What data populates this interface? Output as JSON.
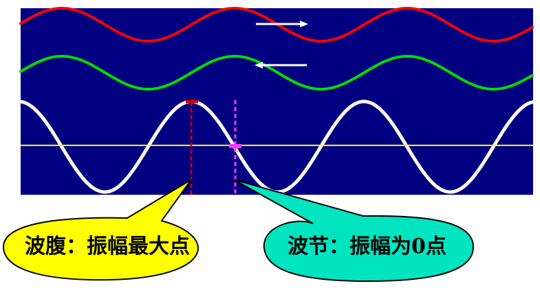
{
  "diagram": {
    "colors": {
      "panel_bg": "#000080",
      "rightward_wave": "#ff0000",
      "leftward_wave": "#00dd00",
      "standing_wave": "#ffffff",
      "axis_line": "#ffff00",
      "antinode_marker": "#cc0000",
      "node_marker": "#ff33ff",
      "arrow": "#ffffff",
      "callout_antinode_fill": "#ffff00",
      "callout_node_fill": "#00e5c0"
    },
    "waves": [
      {
        "name": "rightward-wave",
        "direction": "right",
        "color_key": "rightward_wave"
      },
      {
        "name": "leftward-wave",
        "direction": "left",
        "color_key": "leftward_wave"
      },
      {
        "name": "standing-wave",
        "direction": "none",
        "color_key": "standing_wave"
      }
    ],
    "callouts": {
      "antinode": {
        "text": "波腹：振幅最大点"
      },
      "node": {
        "text": "波节：振幅为0点"
      }
    }
  }
}
